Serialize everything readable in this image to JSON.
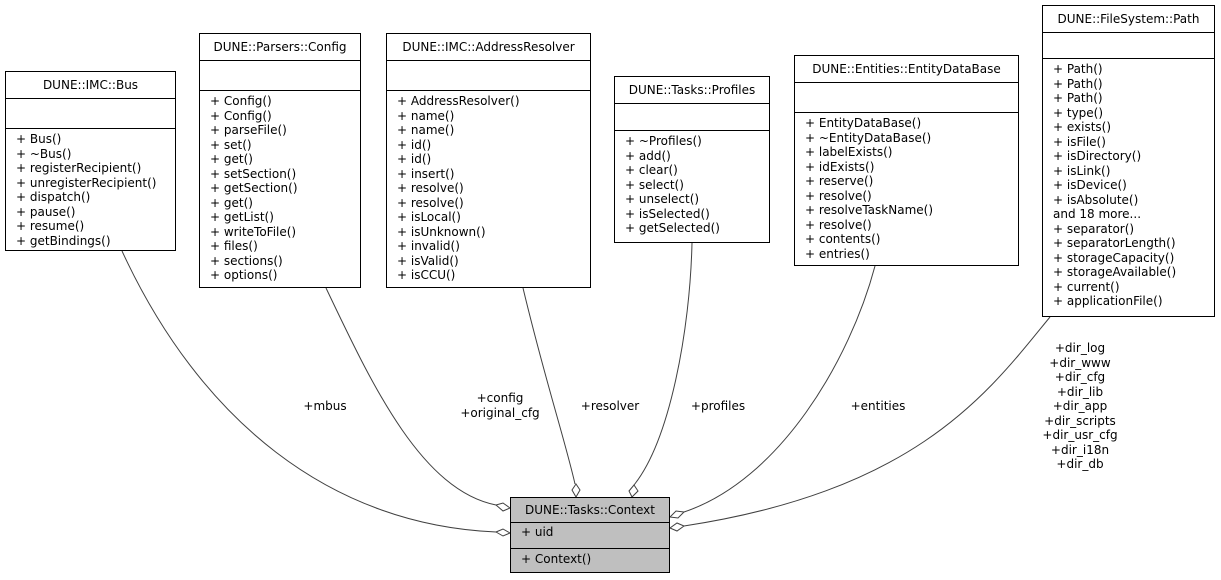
{
  "context": {
    "name": "DUNE::Tasks::Context",
    "attributes": [
      "+ uid"
    ],
    "operations": [
      "+ Context()"
    ]
  },
  "classes": [
    {
      "id": "bus",
      "name": "DUNE::IMC::Bus",
      "operations": [
        "+ Bus()",
        "+ ~Bus()",
        "+ registerRecipient()",
        "+ unregisterRecipient()",
        "+ dispatch()",
        "+ pause()",
        "+ resume()",
        "+ getBindings()"
      ]
    },
    {
      "id": "config",
      "name": "DUNE::Parsers::Config",
      "operations": [
        "+ Config()",
        "+ Config()",
        "+ parseFile()",
        "+ set()",
        "+ get()",
        "+ setSection()",
        "+ getSection()",
        "+ get()",
        "+ getList()",
        "+ writeToFile()",
        "+ files()",
        "+ sections()",
        "+ options()"
      ]
    },
    {
      "id": "resolver",
      "name": "DUNE::IMC::AddressResolver",
      "operations": [
        "+ AddressResolver()",
        "+ name()",
        "+ name()",
        "+ id()",
        "+ id()",
        "+ insert()",
        "+ resolve()",
        "+ resolve()",
        "+ isLocal()",
        "+ isUnknown()",
        "+ invalid()",
        "+ isValid()",
        "+ isCCU()"
      ]
    },
    {
      "id": "profiles",
      "name": "DUNE::Tasks::Profiles",
      "operations": [
        "+ ~Profiles()",
        "+ add()",
        "+ clear()",
        "+ select()",
        "+ unselect()",
        "+ isSelected()",
        "+ getSelected()"
      ]
    },
    {
      "id": "entities",
      "name": "DUNE::Entities::EntityDataBase",
      "operations": [
        "+ EntityDataBase()",
        "+ ~EntityDataBase()",
        "+ labelExists()",
        "+ idExists()",
        "+ reserve()",
        "+ resolve()",
        "+ resolveTaskName()",
        "+ resolve()",
        "+ contents()",
        "+ entries()"
      ]
    },
    {
      "id": "path",
      "name": "DUNE::FileSystem::Path",
      "operations": [
        "+ Path()",
        "+ Path()",
        "+ Path()",
        "+ type()",
        "+ exists()",
        "+ isFile()",
        "+ isDirectory()",
        "+ isLink()",
        "+ isDevice()",
        "+ isAbsolute()",
        "and 18 more...",
        "+ separator()",
        "+ separatorLength()",
        "+ storageCapacity()",
        "+ storageAvailable()",
        "+ current()",
        "+ applicationFile()"
      ]
    }
  ],
  "edge_labels": {
    "bus": [
      "+mbus"
    ],
    "config": [
      "+config",
      "+original_cfg"
    ],
    "resolver": [
      "+resolver"
    ],
    "profiles": [
      "+profiles"
    ],
    "entities": [
      "+entities"
    ],
    "path": [
      "+dir_log",
      "+dir_www",
      "+dir_cfg",
      "+dir_lib",
      "+dir_app",
      "+dir_scripts",
      "+dir_usr_cfg",
      "+dir_i18n",
      "+dir_db"
    ]
  },
  "colors": {
    "line": "#404040",
    "focus_fill": "#bfbfbf"
  }
}
